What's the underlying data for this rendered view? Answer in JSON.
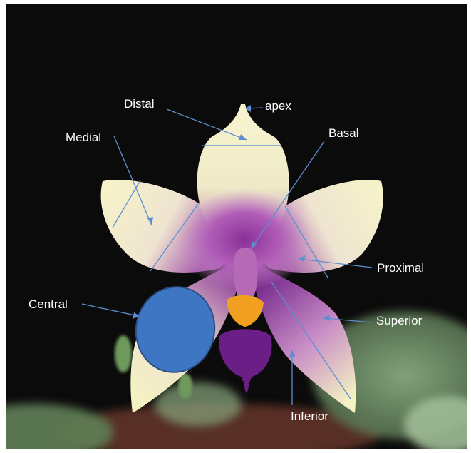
{
  "labels": {
    "distal": "Distal",
    "apex": "apex",
    "medial": "Medial",
    "basal": "Basal",
    "proximal": "Proximal",
    "central": "Central",
    "superior": "Superior",
    "inferior": "Inferior"
  },
  "colors": {
    "background": "#0b0b0b",
    "petal": "#f5f3c4",
    "petal_shadow": "#e3e2a2",
    "purple_center": "#9a3fa0",
    "lip": "#6a1e86",
    "column_orange": "#f2a020",
    "leader_line": "#5b8fd0",
    "central_oval": "#3f76c4",
    "leaf_green": "#7ea96f"
  }
}
